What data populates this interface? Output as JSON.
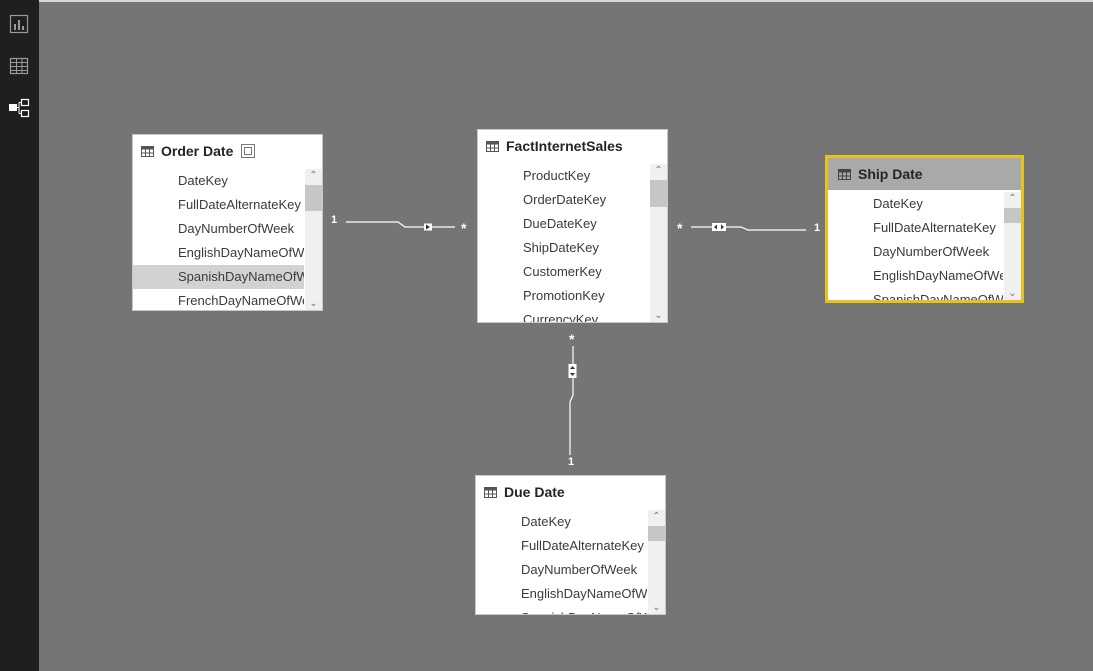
{
  "sidebar": {
    "items": [
      {
        "name": "report-view",
        "icon": "bar-chart-icon"
      },
      {
        "name": "data-view",
        "icon": "table-grid-icon"
      },
      {
        "name": "relationships-view",
        "icon": "model-diagram-icon"
      }
    ]
  },
  "colors": {
    "canvas": "#757575",
    "rail": "#1f1f1f",
    "selection": "#e8c21b",
    "selected_header": "#a9a9a9"
  },
  "tables": {
    "order_date": {
      "title": "Order Date",
      "fields": [
        "DateKey",
        "FullDateAlternateKey",
        "DayNumberOfWeek",
        "EnglishDayNameOfWeek",
        "SpanishDayNameOfWeek",
        "FrenchDayNameOfWeek"
      ]
    },
    "fact": {
      "title": "FactInternetSales",
      "fields": [
        "ProductKey",
        "OrderDateKey",
        "DueDateKey",
        "ShipDateKey",
        "CustomerKey",
        "PromotionKey",
        "CurrencyKey"
      ]
    },
    "ship_date": {
      "title": "Ship Date",
      "fields": [
        "DateKey",
        "FullDateAlternateKey",
        "DayNumberOfWeek",
        "EnglishDayNameOfWeek",
        "SpanishDayNameOfWeek"
      ]
    },
    "due_date": {
      "title": "Due Date",
      "fields": [
        "DateKey",
        "FullDateAlternateKey",
        "DayNumberOfWeek",
        "EnglishDayNameOfWeek",
        "SpanishDayNameOfWeek"
      ]
    }
  },
  "relationships": {
    "order_to_fact": {
      "one": "1",
      "many": "*"
    },
    "fact_to_ship": {
      "one": "1",
      "many": "*"
    },
    "fact_to_due": {
      "one": "1",
      "many": "*"
    }
  }
}
